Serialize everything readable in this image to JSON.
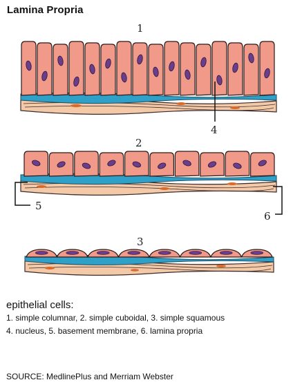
{
  "title": "Lamina Propria",
  "diagram_labels": {
    "1": "1",
    "2": "2",
    "3": "3",
    "4": "4",
    "5": "5",
    "6": "6"
  },
  "colors": {
    "cell_fill": "#f19a8a",
    "cell_outline": "#2a1a1a",
    "nucleus": "#6b3d8a",
    "basement_membrane": "#2fa0c8",
    "lamina_propria": "#f3c9a8",
    "connective_cells": "#d86b2c"
  },
  "legend": {
    "heading": "epithelial cells:",
    "line1": "1. simple columnar, 2. simple cuboidal, 3. simple squamous",
    "line2": "4. nucleus, 5. basement membrane, 6. lamina propria"
  },
  "source": "SOURCE: MedlinePlus and Merriam Webster"
}
